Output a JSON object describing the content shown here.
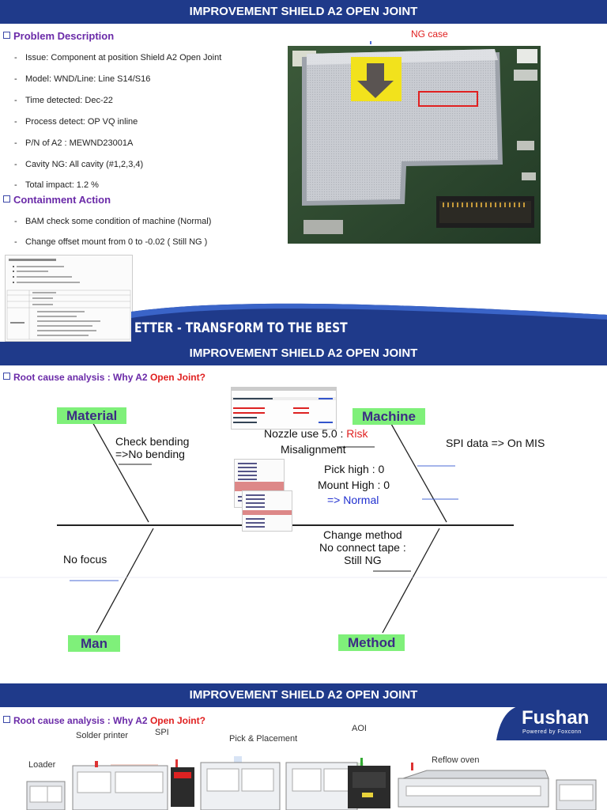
{
  "slide1": {
    "title": "IMPROVEMENT SHIELD A2  OPEN JOINT",
    "problem_heading": "Problem Description",
    "problem_items": [
      "Issue:  Component at position  Shield A2 Open Joint",
      "Model: WND/Line: Line S14/S16",
      "Time detected: Dec-22",
      "Process detect: OP VQ inline",
      "P/N of A2 : MEWND23001A",
      "Cavity NG: All cavity (#1,2,3,4)",
      "Total impact:   1.2 %"
    ],
    "containment_heading": "Containment Action",
    "containment_items": [
      "BAM check some condition of machine (Normal)",
      "Change offset mount from 0 to -0.02 ( Still NG )"
    ],
    "ng_case_label": "NG case",
    "banner_text": "ETTER - TRANSFORM TO THE BEST",
    "colors": {
      "banner": "#1f3a8a",
      "heading": "#6a2aa8",
      "ng": "#e02020"
    }
  },
  "slide2": {
    "title": "IMPROVEMENT SHIELD A2  OPEN JOINT",
    "heading_prefix": "Root cause analysis : Why A2 ",
    "heading_red": "Open Joint?",
    "tags": {
      "material": "Material",
      "machine": "Machine",
      "man": "Man",
      "method": "Method"
    },
    "check_bending_1": "Check bending",
    "check_bending_2": "=>No bending",
    "nozzle_line1": "Nozzle use 5.0 : ",
    "nozzle_risk": "Risk",
    "nozzle_misalign": "Misalignment",
    "spi_data": "SPI data => On MIS",
    "pick_high": "Pick high : 0",
    "mount_high": "Mount High : 0",
    "normal_prefix": "=> ",
    "normal": "Normal",
    "change_method": "Change method",
    "no_connect": "No connect tape :",
    "still_ng": "Still NG",
    "no_focus": "No focus"
  },
  "slide3": {
    "title": "IMPROVEMENT SHIELD A2  OPEN JOINT",
    "heading_prefix": "Root cause analysis : Why A2 ",
    "heading_red": "Open Joint?",
    "labels": {
      "solder_printer": "Solder printer",
      "spi": "SPI",
      "pick_placement": "Pick & Placement",
      "aoi": "AOI",
      "loader": "Loader",
      "reflow_oven": "Reflow oven"
    },
    "logo": "Fushan",
    "logo_sub": "Powered by Foxconn"
  }
}
